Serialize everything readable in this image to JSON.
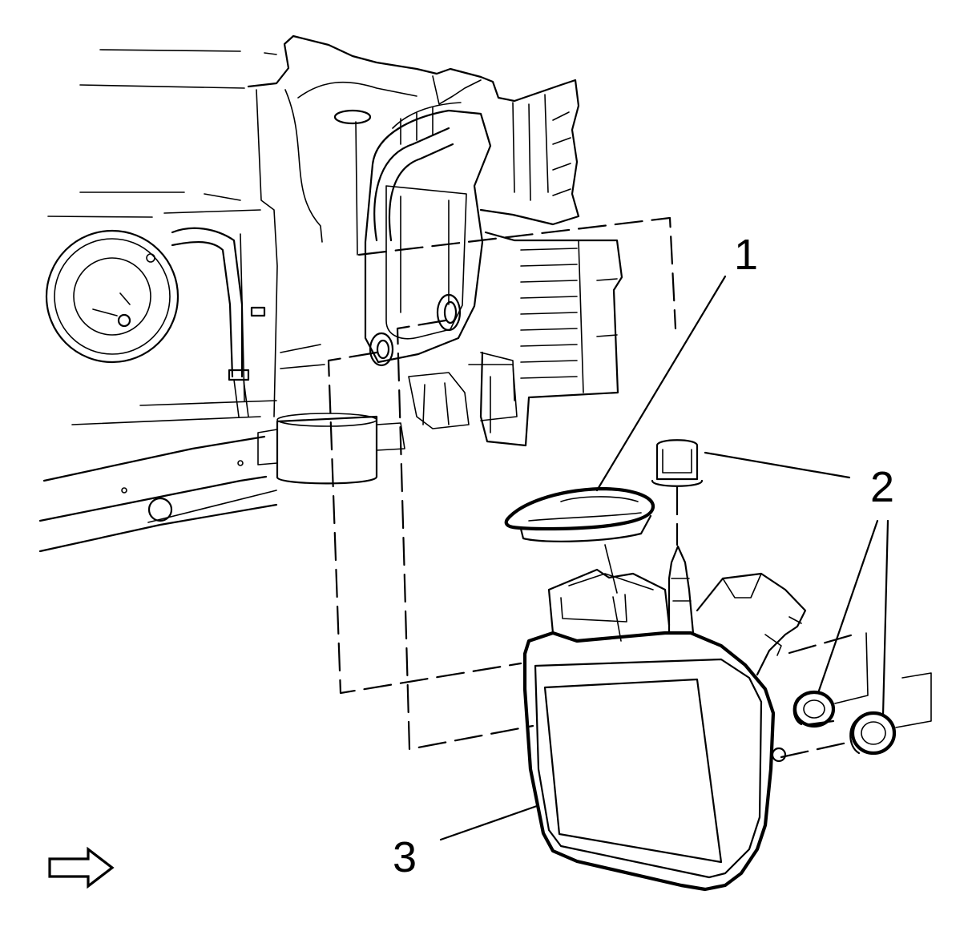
{
  "colors": {
    "line": "#000000",
    "background": "#ffffff"
  },
  "callouts": {
    "callout_1": "1",
    "callout_2": "2",
    "callout_3": "3"
  },
  "icons": {
    "direction_arrow": "front-direction-arrow-icon"
  }
}
